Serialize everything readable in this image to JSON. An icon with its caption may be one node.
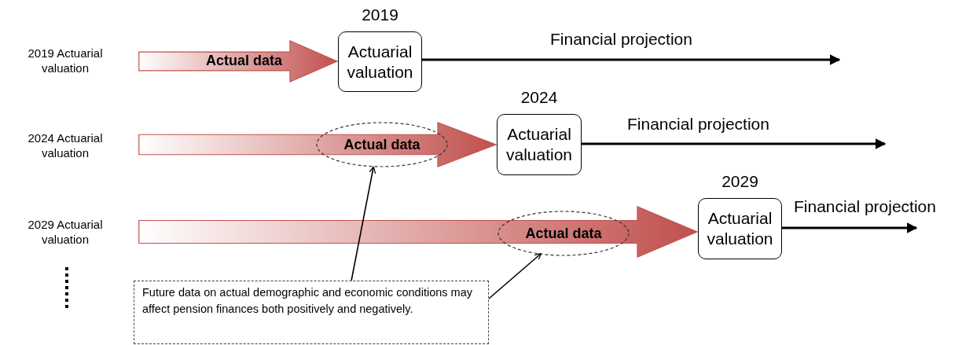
{
  "diagram": {
    "nodes": [
      {
        "text": [
          "2019",
          "Actuarial valuation"
        ]
      },
      {
        "text": [
          "Actual data"
        ]
      },
      {
        "text": [
          "2024",
          "Actuarial valuation"
        ]
      },
      {
        "text": [
          "Actual data"
        ]
      },
      {
        "text": [
          "2029",
          "Actuarial valuation"
        ]
      },
      {
        "text": [
          "Future data on actual demographic and economic conditions may affect pension finances both positively and negatively."
        ]
      }
    ],
    "edges": [
      {
        "from": null,
        "to": 0,
        "arrow": "to",
        "label": "Actual data",
        "style": "thick",
        "color": "#c0504d"
      },
      {
        "from": 0,
        "to": null,
        "arrow": "to",
        "label": "Financial projection"
      },
      {
        "from": null,
        "to": 2,
        "arrow": "to",
        "style": "thick",
        "color": "#c0504d"
      },
      {
        "from": 2,
        "to": null,
        "arrow": "to",
        "label": "Financial projection"
      },
      {
        "from": null,
        "to": 4,
        "arrow": "to",
        "style": "thick",
        "color": "#c0504d"
      },
      {
        "from": 4,
        "to": null,
        "arrow": "to",
        "label": "Financial projection"
      },
      {
        "from": 5,
        "to": 1,
        "arrow": "to"
      },
      {
        "from": 5,
        "to": 3,
        "arrow": "to"
      }
    ],
    "labels": [
      "2019 Actuarial valuation",
      "2024 Actuarial valuation",
      "2029 Actuarial valuation"
    ]
  }
}
